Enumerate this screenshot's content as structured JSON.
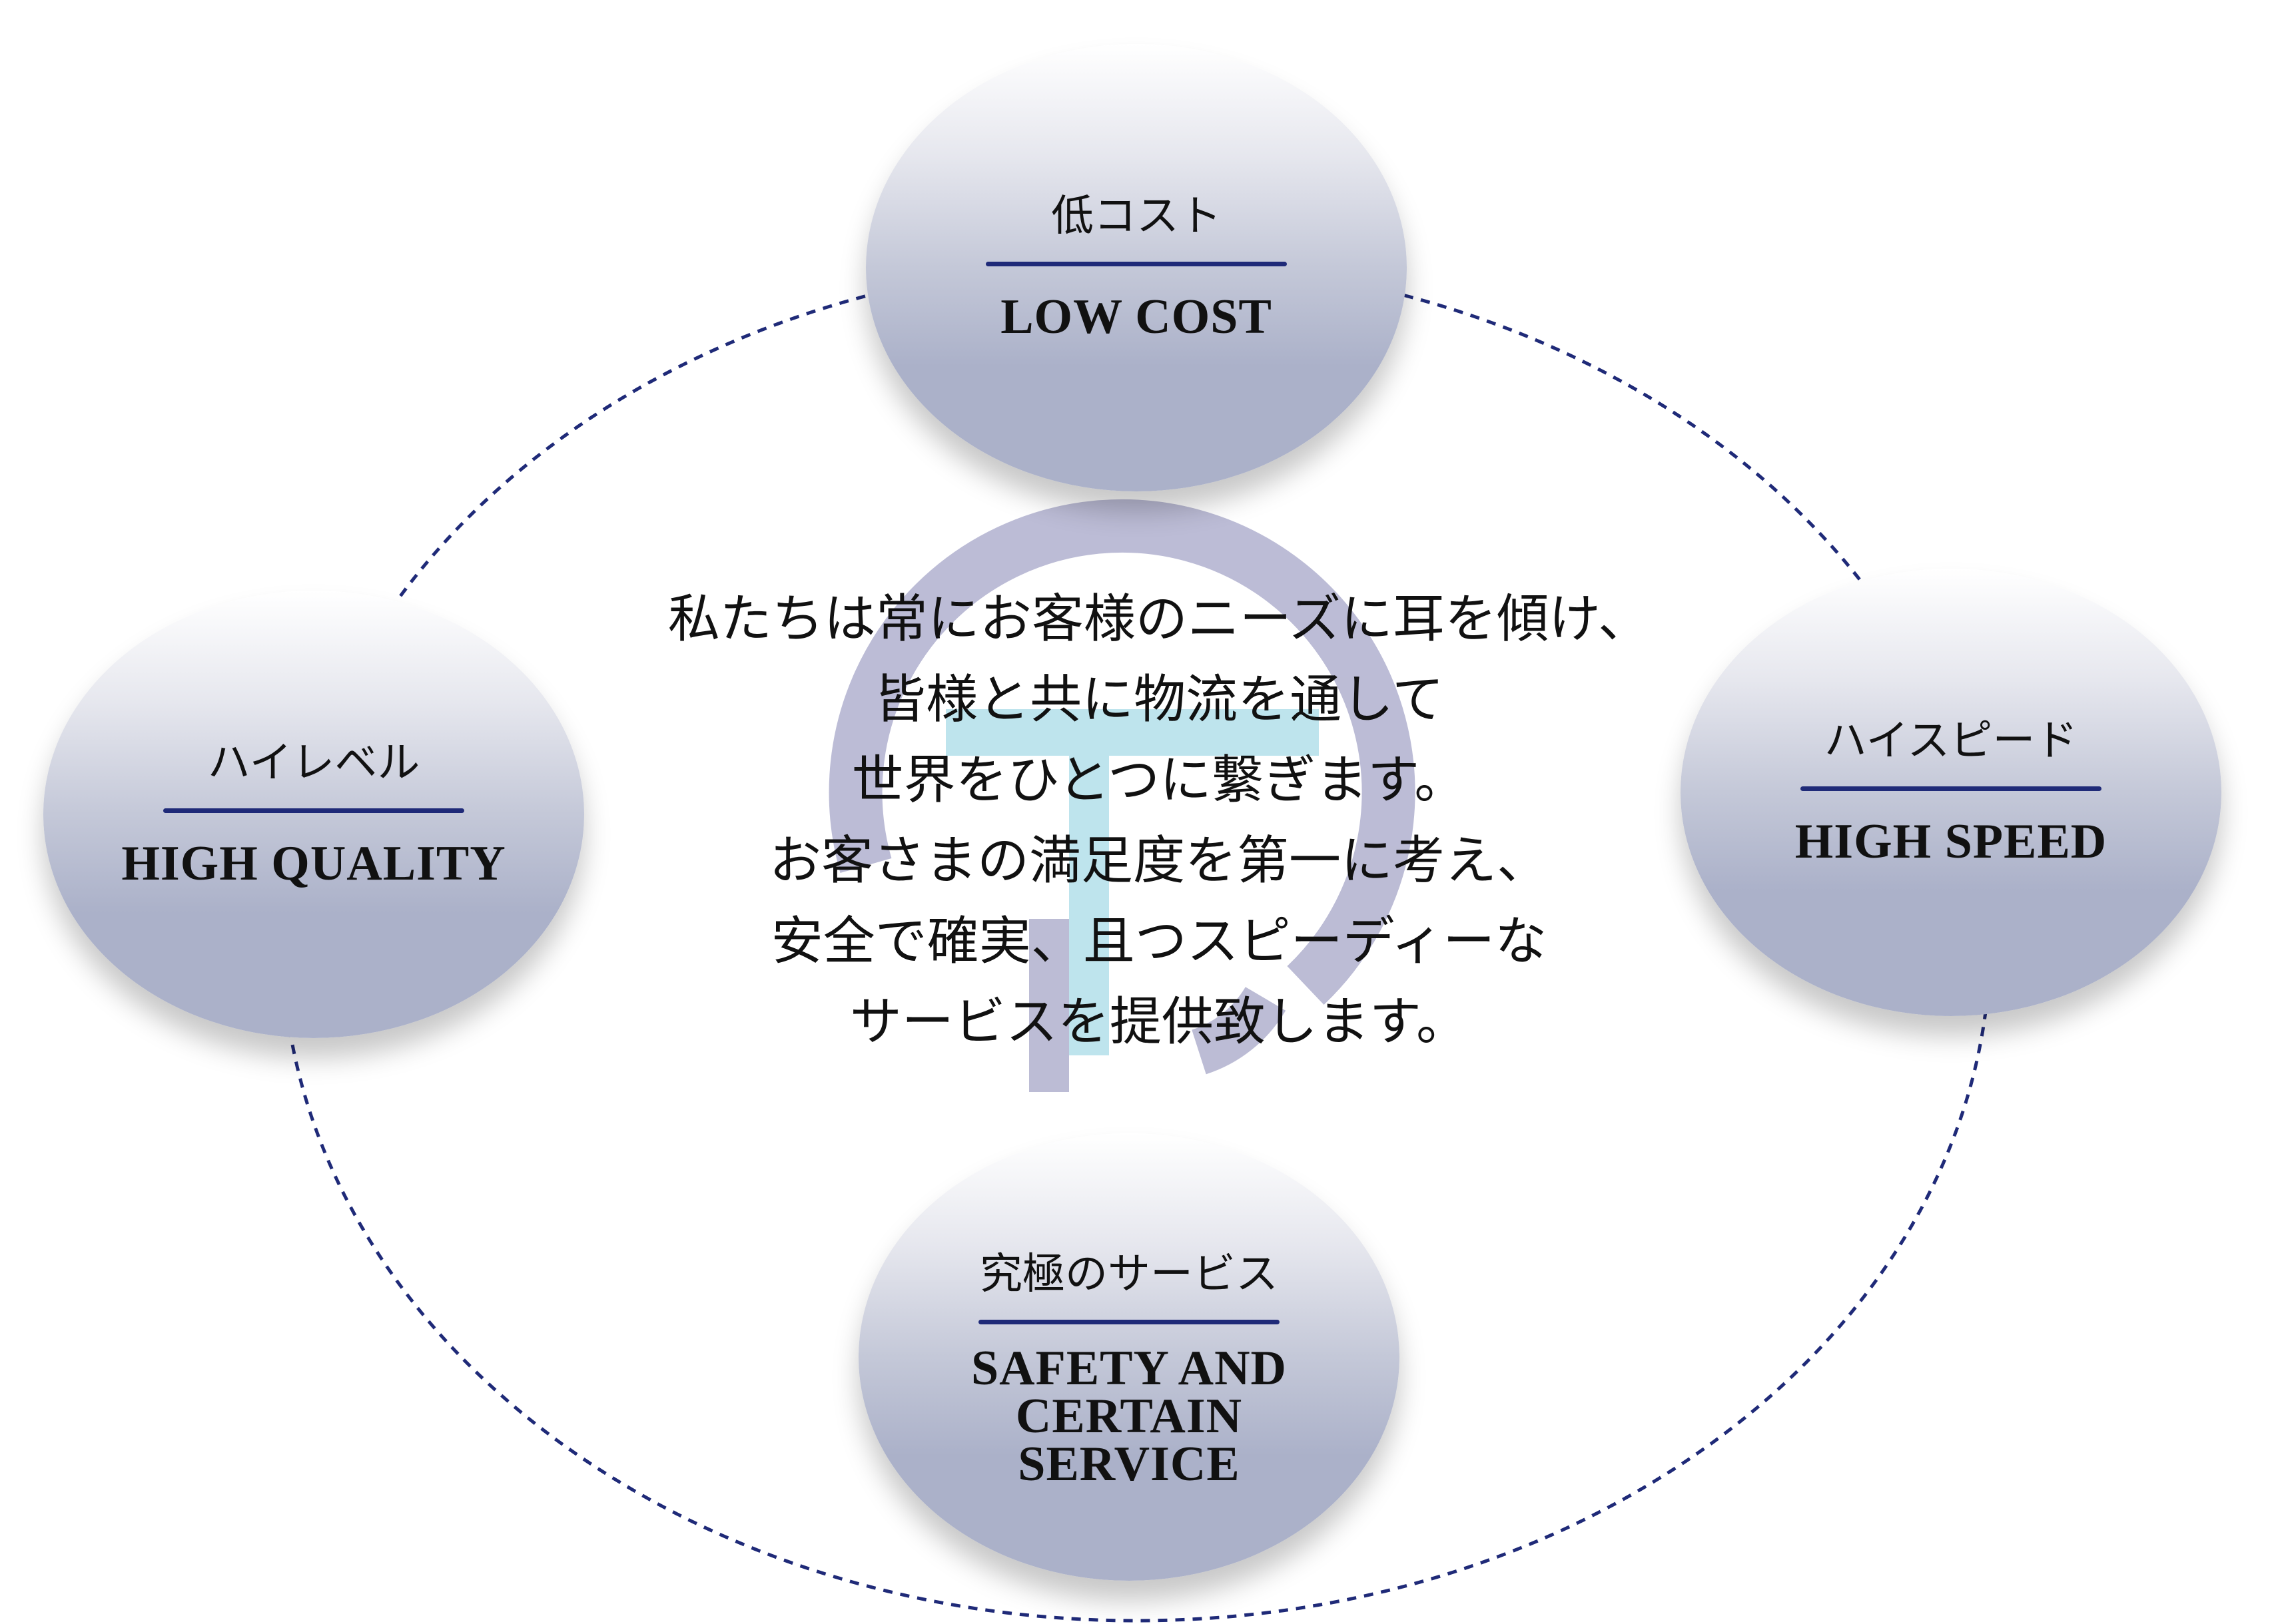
{
  "colors": {
    "accent": "#1f2a78",
    "circle_bottom": "#abb1c9",
    "logo_ring": "#a6a6c8",
    "logo_bar": "#a9dbe8"
  },
  "nodes": [
    {
      "id": "low-cost",
      "jp": "低コスト",
      "en": "LOW COST"
    },
    {
      "id": "high-quality",
      "jp": "ハイレベル",
      "en": "HIGH QUALITY"
    },
    {
      "id": "high-speed",
      "jp": "ハイスピード",
      "en": "HIGH SPEED"
    },
    {
      "id": "service",
      "jp": "究極のサービス",
      "en": "SAFETY AND CERTAIN SERVICE"
    }
  ],
  "message": [
    "私たちは常にお客様のニーズに耳を傾け、",
    "皆様と共に物流を通して",
    "世界をひとつに繋ぎます。",
    "お客さまの満足度を第一に考え、",
    "安全で確実、且つスピーディーな",
    "サービスを提供致します。"
  ]
}
